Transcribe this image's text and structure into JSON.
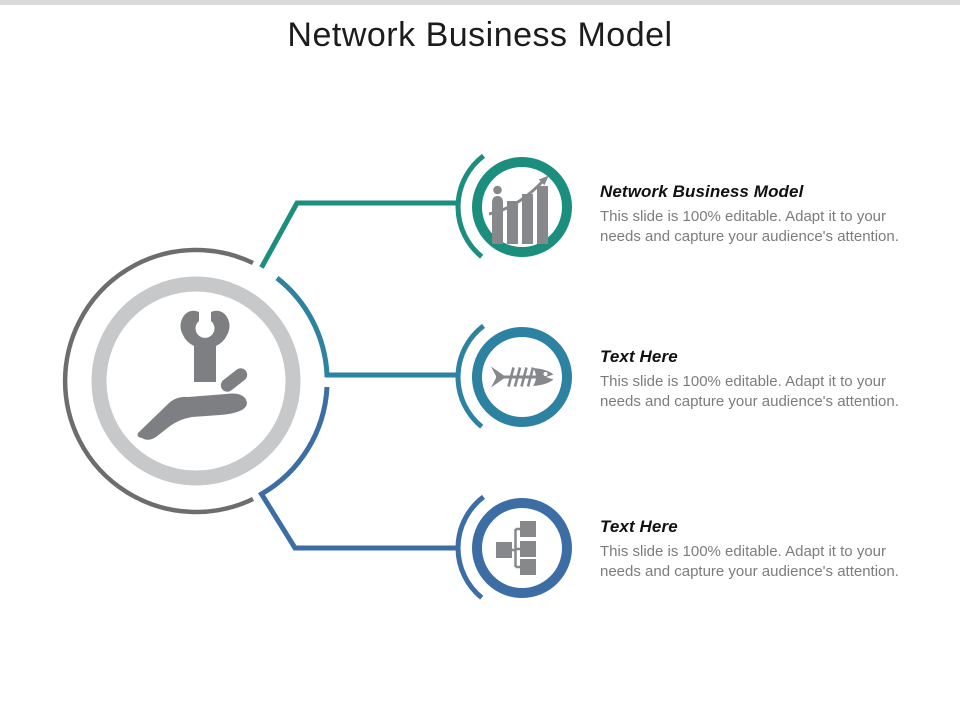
{
  "title": "Network Business Model",
  "top_bar": {
    "color": "#D9D9D9"
  },
  "colors": {
    "teal": "#1B8E7D",
    "blue_teal": "#2C82A0",
    "blue": "#3C6EA5",
    "icon_gray": "#87888B",
    "center_icon_gray": "#7E7F82",
    "center_outer_ring": "#6C6D6F",
    "center_inner_ring": "#C7C8CA",
    "heading_text": "#111111",
    "body_text": "#7C7C7C"
  },
  "center": {
    "icon": "hand-holding-wrench-icon"
  },
  "items": [
    {
      "heading": "Network Business Model",
      "body": "This slide is 100% editable. Adapt it to your needs and capture your audience's attention.",
      "icon": "growth-chart-icon"
    },
    {
      "heading": "Text Here",
      "body": "This slide is 100% editable. Adapt it to your needs and capture your audience's attention.",
      "icon": "fishbone-icon"
    },
    {
      "heading": "Text Here",
      "body": "This slide is 100% editable. Adapt it to your needs and capture your audience's attention.",
      "icon": "flowchart-icon"
    }
  ]
}
